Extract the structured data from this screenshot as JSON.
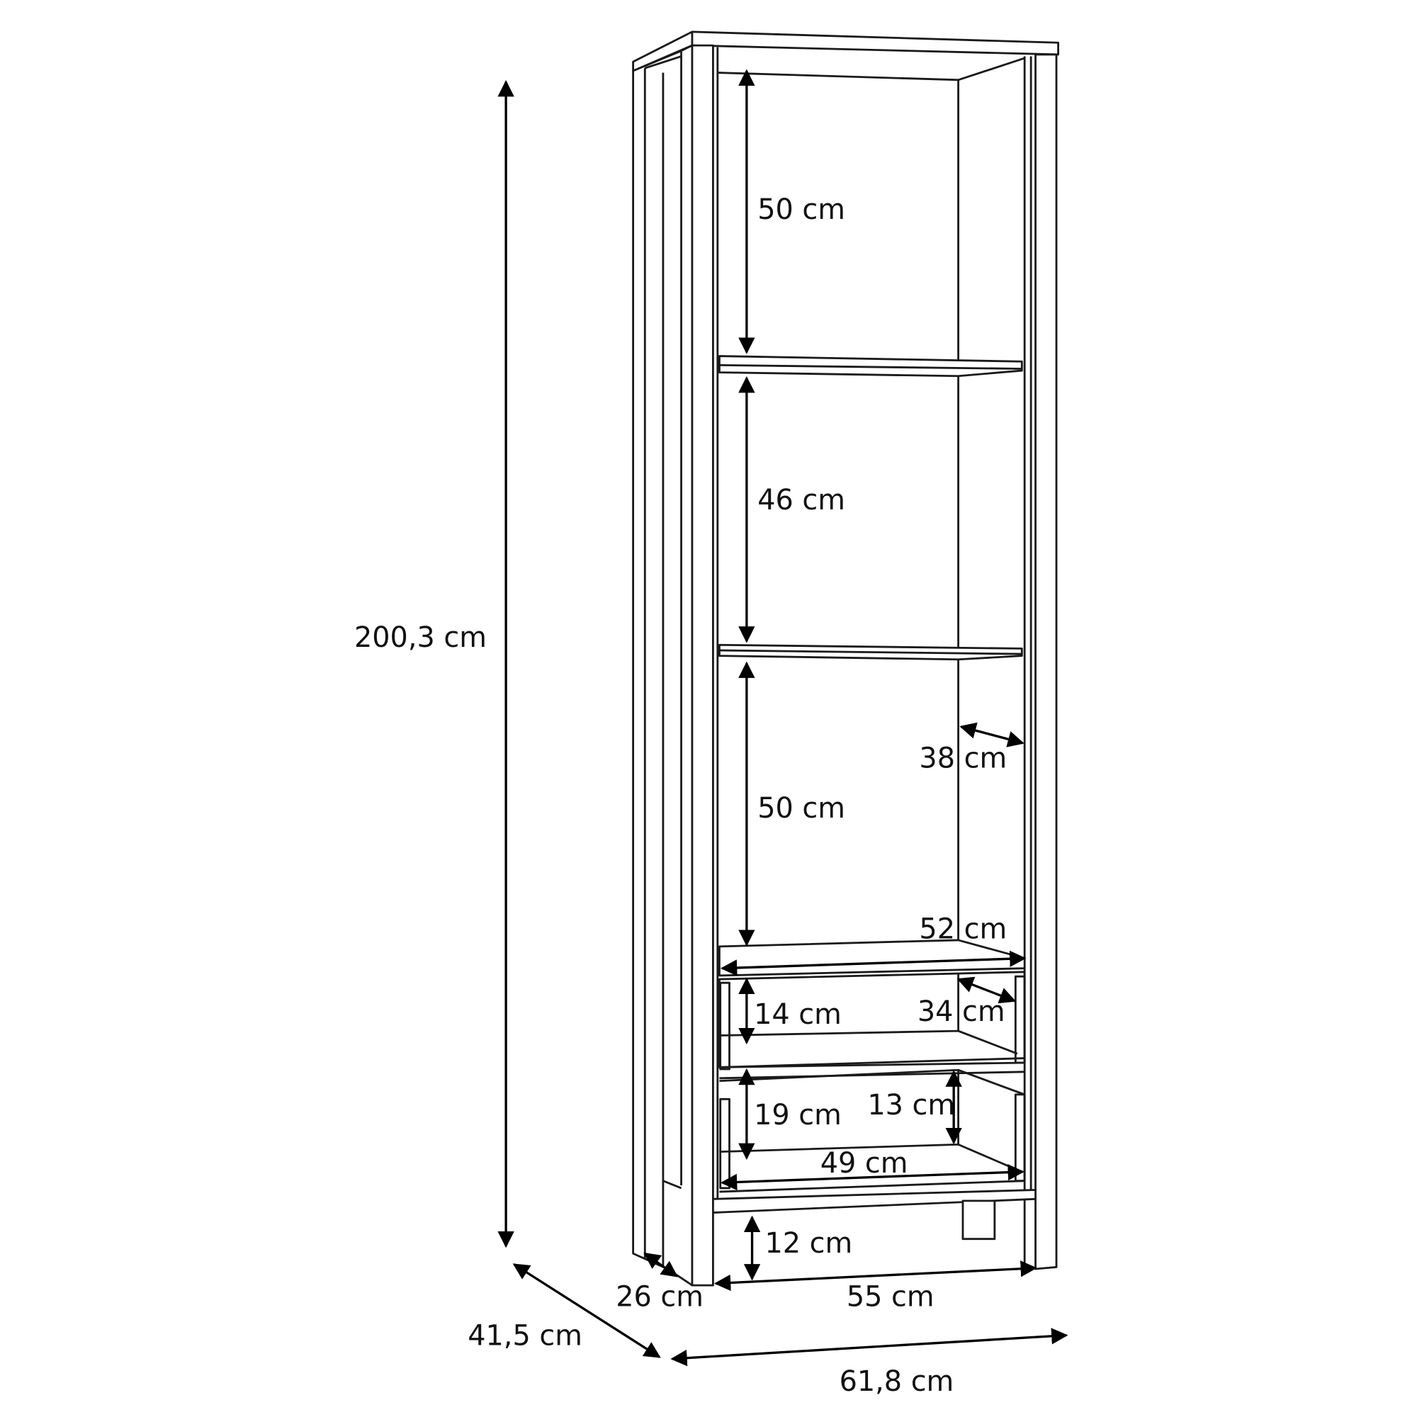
{
  "diagram": {
    "subject": "bookcase-with-drawers",
    "dimensions": {
      "total_height": "200,3 cm",
      "top_compartment_height": "50 cm",
      "middle_compartment_height": "46 cm",
      "lower_compartment_height": "50 cm",
      "inner_depth": "38 cm",
      "inner_width": "52 cm",
      "upper_drawer_height": "14 cm",
      "drawer_depth": "34 cm",
      "lower_drawer_outer_height": "19 cm",
      "lower_drawer_inner_height": "13 cm",
      "drawer_width": "49 cm",
      "plinth_height": "12 cm",
      "side_depth": "26 cm",
      "base_width": "55 cm",
      "total_depth": "41,5 cm",
      "total_width": "61,8 cm"
    }
  }
}
